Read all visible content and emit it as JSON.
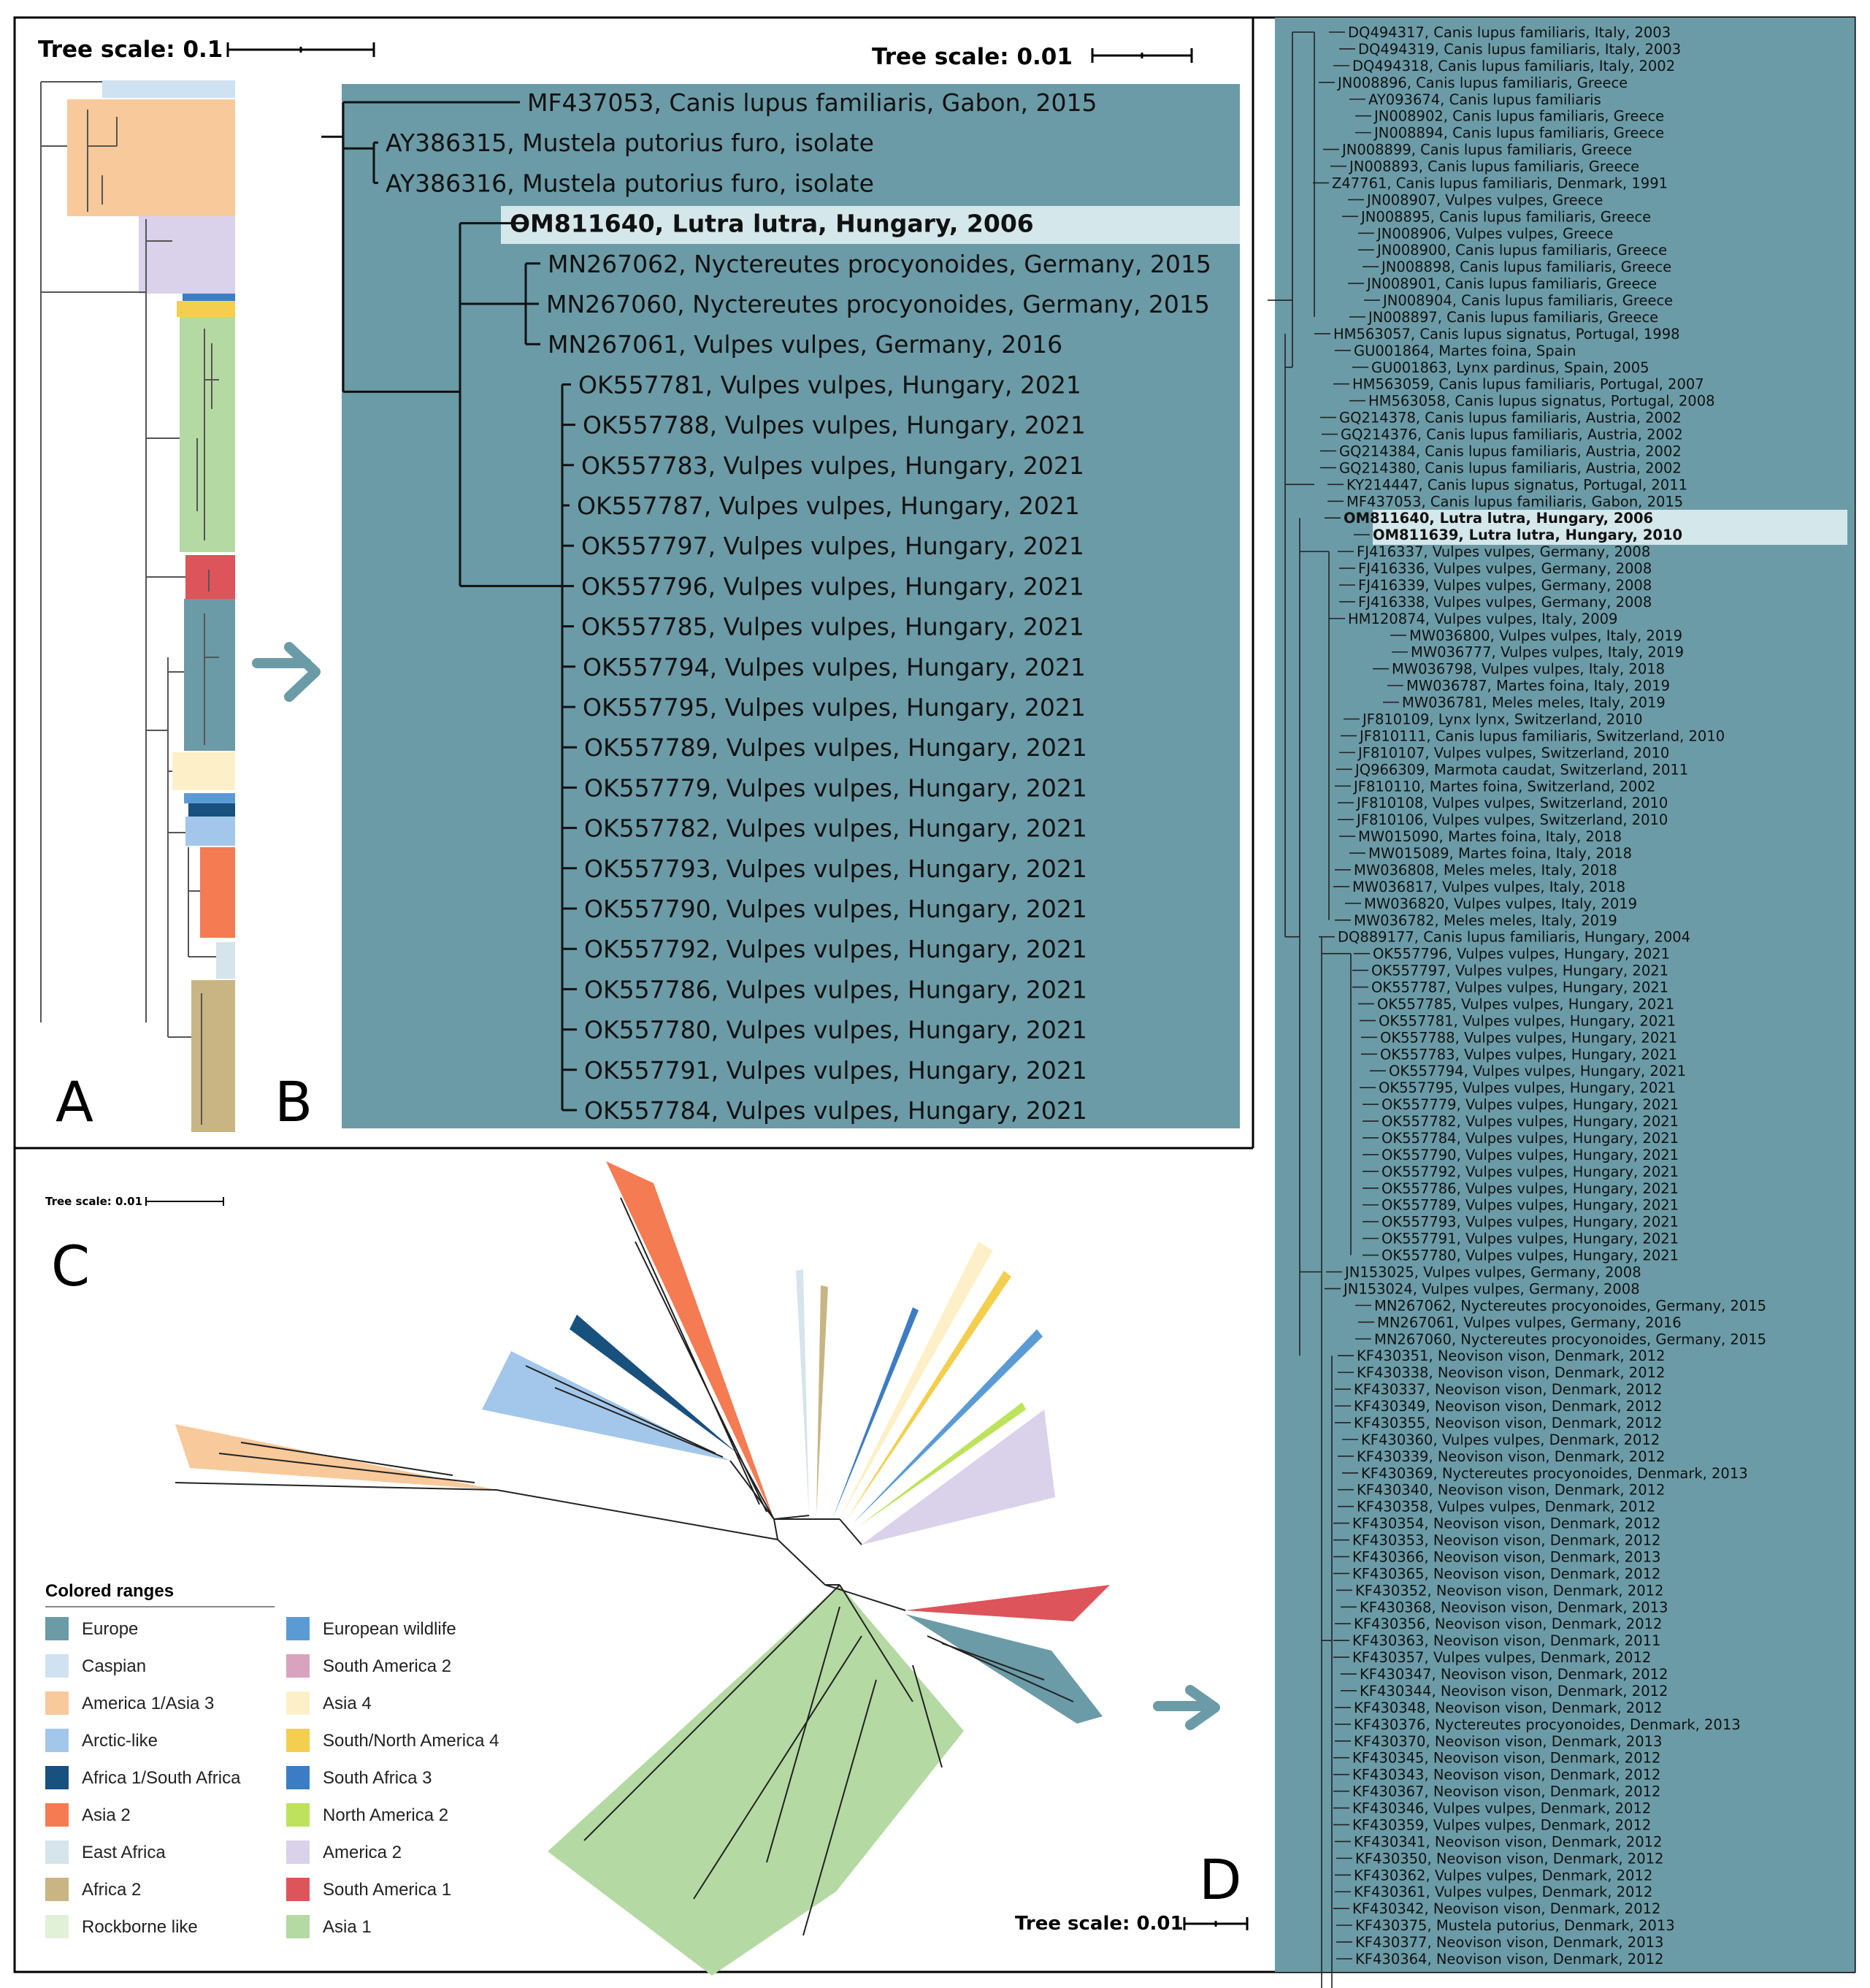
{
  "panel_letters": {
    "a": "A",
    "b": "B",
    "c": "C",
    "d": "D"
  },
  "scales": {
    "a": "Tree scale: 0.1",
    "b": "Tree scale: 0.01",
    "c": "Tree scale: 0.01",
    "d": "Tree scale: 0.01"
  },
  "colors": {
    "europe": "#6b9ba6",
    "caspian": "#cfe2f1",
    "america1_asia3": "#f7c99b",
    "arctic_like": "#a3c7ea",
    "africa1_south_africa": "#18507e",
    "asia2": "#f47b52",
    "east_africa": "#d6e4ec",
    "africa2": "#c8b583",
    "rockborne_like": "#e0f1d8",
    "european_wildlife": "#5b9bd5",
    "south_america2": "#d9a3bf",
    "asia4": "#fdf0c8",
    "south_north_america4": "#f4cf4f",
    "south_africa3": "#3c7cc4",
    "north_america2": "#bde35c",
    "america2": "#d9d2ea",
    "south_america1": "#dd545a",
    "asia1": "#b5d9a3",
    "highlight": "#d4e7ea"
  },
  "panel_b": {
    "highlight_label": "OM811640, Lutra lutra, Hungary, 2006",
    "labels": [
      "MF437053, Canis lupus familiaris, Gabon, 2015",
      "AY386315, Mustela putorius furo, isolate",
      "AY386316, Mustela putorius furo, isolate",
      "OM811640, Lutra lutra, Hungary, 2006",
      "MN267062, Nyctereutes procyonoides, Germany, 2015",
      "MN267060, Nyctereutes procyonoides, Germany, 2015",
      "MN267061, Vulpes vulpes, Germany, 2016",
      "OK557781, Vulpes vulpes, Hungary, 2021",
      "OK557788, Vulpes vulpes, Hungary, 2021",
      "OK557783, Vulpes vulpes, Hungary, 2021",
      "OK557787, Vulpes vulpes, Hungary, 2021",
      "OK557797, Vulpes vulpes, Hungary, 2021",
      "OK557796, Vulpes vulpes, Hungary, 2021",
      "OK557785, Vulpes vulpes, Hungary, 2021",
      "OK557794, Vulpes vulpes, Hungary, 2021",
      "OK557795, Vulpes vulpes, Hungary, 2021",
      "OK557789, Vulpes vulpes, Hungary, 2021",
      "OK557779, Vulpes vulpes, Hungary, 2021",
      "OK557782, Vulpes vulpes, Hungary, 2021",
      "OK557793, Vulpes vulpes, Hungary, 2021",
      "OK557790, Vulpes vulpes, Hungary, 2021",
      "OK557792, Vulpes vulpes, Hungary, 2021",
      "OK557786, Vulpes vulpes, Hungary, 2021",
      "OK557780, Vulpes vulpes, Hungary, 2021",
      "OK557791, Vulpes vulpes, Hungary, 2021",
      "OK557784, Vulpes vulpes, Hungary, 2021"
    ]
  },
  "panel_d": {
    "bold_labels": [
      "OM811640, Lutra lutra, Hungary, 2006",
      "OM811639, Lutra lutra, Hungary, 2010"
    ],
    "labels": [
      "DQ494317, Canis lupus familiaris, Italy, 2003",
      "DQ494319, Canis lupus familiaris, Italy, 2003",
      "DQ494318, Canis lupus familiaris, Italy, 2002",
      "JN008896, Canis lupus familiaris, Greece",
      "AY093674, Canis lupus familiaris",
      "JN008902, Canis lupus familiaris, Greece",
      "JN008894, Canis lupus familiaris, Greece",
      "JN008899, Canis lupus familiaris, Greece",
      "JN008893, Canis lupus familiaris, Greece",
      "Z47761, Canis lupus familiaris, Denmark, 1991",
      "JN008907, Vulpes vulpes, Greece",
      "JN008895, Canis lupus familiaris, Greece",
      "JN008906, Vulpes vulpes, Greece",
      "JN008900, Canis lupus familiaris, Greece",
      "JN008898, Canis lupus familiaris, Greece",
      "JN008901, Canis lupus familiaris, Greece",
      "JN008904, Canis lupus familiaris, Greece",
      "JN008897, Canis lupus familiaris, Greece",
      "HM563057, Canis lupus signatus, Portugal, 1998",
      "GU001864, Martes foina, Spain",
      "GU001863, Lynx pardinus, Spain, 2005",
      "HM563059, Canis lupus familiaris, Portugal, 2007",
      "HM563058, Canis lupus signatus, Portugal, 2008",
      "GQ214378, Canis lupus familiaris, Austria, 2002",
      "GQ214376, Canis lupus familiaris, Austria, 2002",
      "GQ214384, Canis lupus familiaris, Austria, 2002",
      "GQ214380, Canis lupus familiaris, Austria, 2002",
      "KY214447, Canis lupus signatus, Portugal, 2011",
      "MF437053, Canis lupus familiaris, Gabon, 2015",
      "OM811640, Lutra lutra, Hungary, 2006",
      "OM811639, Lutra lutra, Hungary, 2010",
      "FJ416337, Vulpes vulpes, Germany, 2008",
      "FJ416336, Vulpes vulpes, Germany, 2008",
      "FJ416339, Vulpes vulpes, Germany, 2008",
      "FJ416338, Vulpes vulpes, Germany, 2008",
      "HM120874, Vulpes vulpes, Italy, 2009",
      "MW036800, Vulpes vulpes, Italy, 2019",
      "MW036777, Vulpes vulpes, Italy, 2019",
      "MW036798, Vulpes vulpes, Italy, 2018",
      "MW036787, Martes foina, Italy, 2019",
      "MW036781, Meles meles, Italy, 2019",
      "JF810109, Lynx lynx, Switzerland, 2010",
      "JF810111, Canis lupus familiaris, Switzerland, 2010",
      "JF810107, Vulpes vulpes, Switzerland, 2010",
      "JQ966309, Marmota caudat, Switzerland, 2011",
      "JF810110, Martes foina, Switzerland, 2002",
      "JF810108, Vulpes vulpes, Switzerland, 2010",
      "JF810106, Vulpes vulpes, Switzerland, 2010",
      "MW015090, Martes foina, Italy, 2018",
      "MW015089, Martes foina, Italy, 2018",
      "MW036808, Meles meles, Italy, 2018",
      "MW036817, Vulpes vulpes, Italy, 2018",
      "MW036820, Vulpes vulpes, Italy, 2019",
      "MW036782, Meles meles, Italy, 2019",
      "DQ889177, Canis lupus familiaris, Hungary, 2004",
      "OK557796, Vulpes vulpes, Hungary, 2021",
      "OK557797, Vulpes vulpes, Hungary, 2021",
      "OK557787, Vulpes vulpes, Hungary, 2021",
      "OK557785, Vulpes vulpes, Hungary, 2021",
      "OK557781, Vulpes vulpes, Hungary, 2021",
      "OK557788, Vulpes vulpes, Hungary, 2021",
      "OK557783, Vulpes vulpes, Hungary, 2021",
      "OK557794, Vulpes vulpes, Hungary, 2021",
      "OK557795, Vulpes vulpes, Hungary, 2021",
      "OK557779, Vulpes vulpes, Hungary, 2021",
      "OK557782, Vulpes vulpes, Hungary, 2021",
      "OK557784, Vulpes vulpes, Hungary, 2021",
      "OK557790, Vulpes vulpes, Hungary, 2021",
      "OK557792, Vulpes vulpes, Hungary, 2021",
      "OK557786, Vulpes vulpes, Hungary, 2021",
      "OK557789, Vulpes vulpes, Hungary, 2021",
      "OK557793, Vulpes vulpes, Hungary, 2021",
      "OK557791, Vulpes vulpes, Hungary, 2021",
      "OK557780, Vulpes vulpes, Hungary, 2021",
      "JN153025, Vulpes vulpes, Germany, 2008",
      "JN153024, Vulpes vulpes, Germany, 2008",
      "MN267062, Nyctereutes procyonoides, Germany, 2015",
      "MN267061, Vulpes vulpes, Germany, 2016",
      "MN267060, Nyctereutes procyonoides, Germany, 2015",
      "KF430351, Neovison vison, Denmark, 2012",
      "KF430338, Neovison vison, Denmark, 2012",
      "KF430337, Neovison vison, Denmark, 2012",
      "KF430349, Neovison vison, Denmark, 2012",
      "KF430355, Neovison vison, Denmark, 2012",
      "KF430360, Vulpes vulpes, Denmark, 2012",
      "KF430339, Neovison vison, Denmark, 2012",
      "KF430369, Nyctereutes procyonoides, Denmark, 2013",
      "KF430340, Neovison vison, Denmark, 2012",
      "KF430358, Vulpes vulpes, Denmark, 2012",
      "KF430354, Neovison vison, Denmark, 2012",
      "KF430353, Neovison vison, Denmark, 2012",
      "KF430366, Neovison vison, Denmark, 2013",
      "KF430365, Neovison vison, Denmark, 2012",
      "KF430352, Neovison vison, Denmark, 2012",
      "KF430368, Neovison vison, Denmark, 2013",
      "KF430356, Neovison vison, Denmark, 2012",
      "KF430363, Neovison vison, Denmark, 2011",
      "KF430357, Vulpes vulpes, Denmark, 2012",
      "KF430347, Neovison vison, Denmark, 2012",
      "KF430344, Neovison vison, Denmark, 2012",
      "KF430348, Neovison vison, Denmark, 2012",
      "KF430376, Nyctereutes procyonoides, Denmark, 2013",
      "KF430370, Neovison vison, Denmark, 2013",
      "KF430345, Neovison vison, Denmark, 2012",
      "KF430343, Neovison vison, Denmark, 2012",
      "KF430367, Neovison vison, Denmark, 2012",
      "KF430346, Vulpes vulpes, Denmark, 2012",
      "KF430359, Vulpes vulpes, Denmark, 2012",
      "KF430341, Neovison vison, Denmark, 2012",
      "KF430350, Neovison vison, Denmark, 2012",
      "KF430362, Vulpes vulpes, Denmark, 2012",
      "KF430361, Vulpes vulpes, Denmark, 2012",
      "KF430342, Neovison vison, Denmark, 2012",
      "KF430375, Mustela putorius, Denmark, 2013",
      "KF430377, Neovison vison, Denmark, 2013",
      "KF430364, Neovison vison, Denmark, 2012"
    ]
  },
  "legend": {
    "title": "Colored ranges",
    "items": [
      {
        "label": "Europe",
        "color": "#6b9ba6"
      },
      {
        "label": "Caspian",
        "color": "#cfe2f1"
      },
      {
        "label": "America 1/Asia 3",
        "color": "#f7c99b"
      },
      {
        "label": "Arctic-like",
        "color": "#a3c7ea"
      },
      {
        "label": "Africa 1/South Africa",
        "color": "#18507e"
      },
      {
        "label": "Asia 2",
        "color": "#f47b52"
      },
      {
        "label": "East Africa",
        "color": "#d6e4ec"
      },
      {
        "label": "Africa 2",
        "color": "#c8b583"
      },
      {
        "label": "Rockborne like",
        "color": "#e0f1d8"
      },
      {
        "label": "European wildlife",
        "color": "#5b9bd5"
      },
      {
        "label": "South America 2",
        "color": "#d9a3bf"
      },
      {
        "label": "Asia 4",
        "color": "#fdf0c8"
      },
      {
        "label": "South/North America 4",
        "color": "#f4cf4f"
      },
      {
        "label": "South Africa 3",
        "color": "#3c7cc4"
      },
      {
        "label": "North America 2",
        "color": "#bde35c"
      },
      {
        "label": "America 2",
        "color": "#d9d2ea"
      },
      {
        "label": "South America 1",
        "color": "#dd545a"
      },
      {
        "label": "Asia 1",
        "color": "#b5d9a3"
      }
    ]
  }
}
